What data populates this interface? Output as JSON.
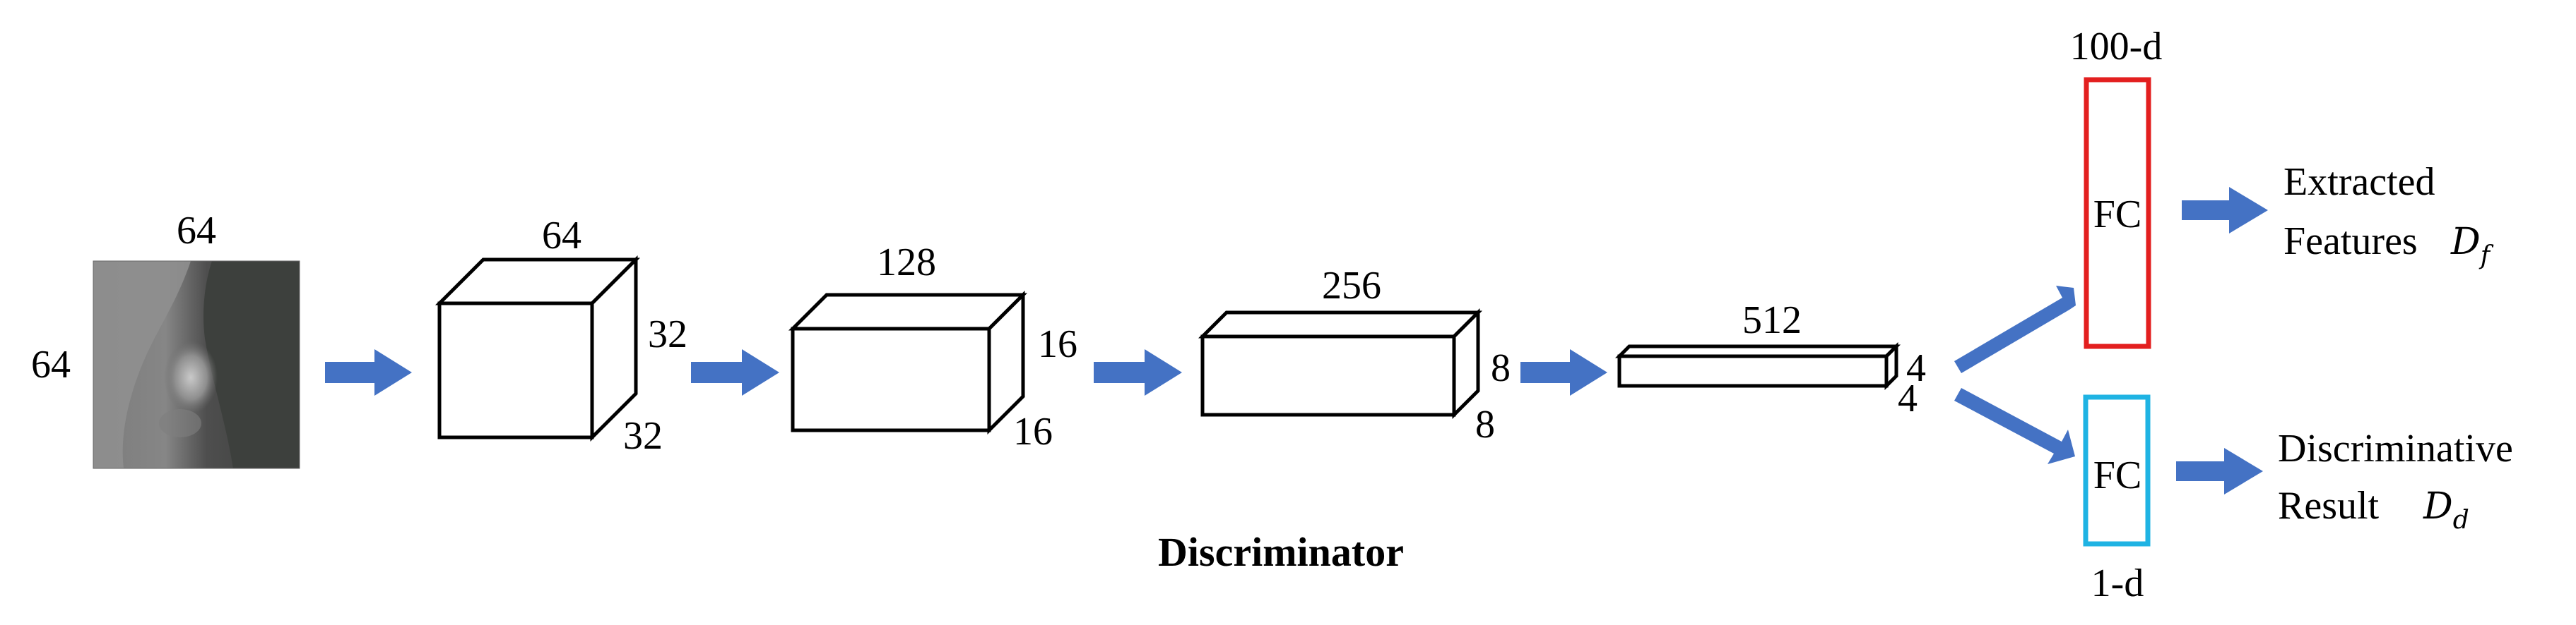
{
  "input": {
    "width_label": "64",
    "height_label": "64"
  },
  "layers": [
    {
      "channels": "64",
      "size_a": "32",
      "size_b": "32"
    },
    {
      "channels": "128",
      "size_a": "16",
      "size_b": "16"
    },
    {
      "channels": "256",
      "size_a": "8",
      "size_b": "8"
    },
    {
      "channels": "512",
      "size_a": "4",
      "size_b": "4"
    }
  ],
  "heads": {
    "features": {
      "dim": "100-d",
      "fc_label": "FC",
      "output_line1": "Extracted",
      "output_line2": "Features",
      "symbol": "D",
      "symbol_sub": "f",
      "color": "#e31f1f"
    },
    "discriminative": {
      "dim": "1-d",
      "fc_label": "FC",
      "output_line1": "Discriminative",
      "output_line2": "Result",
      "symbol": "D",
      "symbol_sub": "d",
      "color": "#1fb3e3"
    }
  },
  "caption": "Discriminator",
  "arrow_color": "#4472c4"
}
